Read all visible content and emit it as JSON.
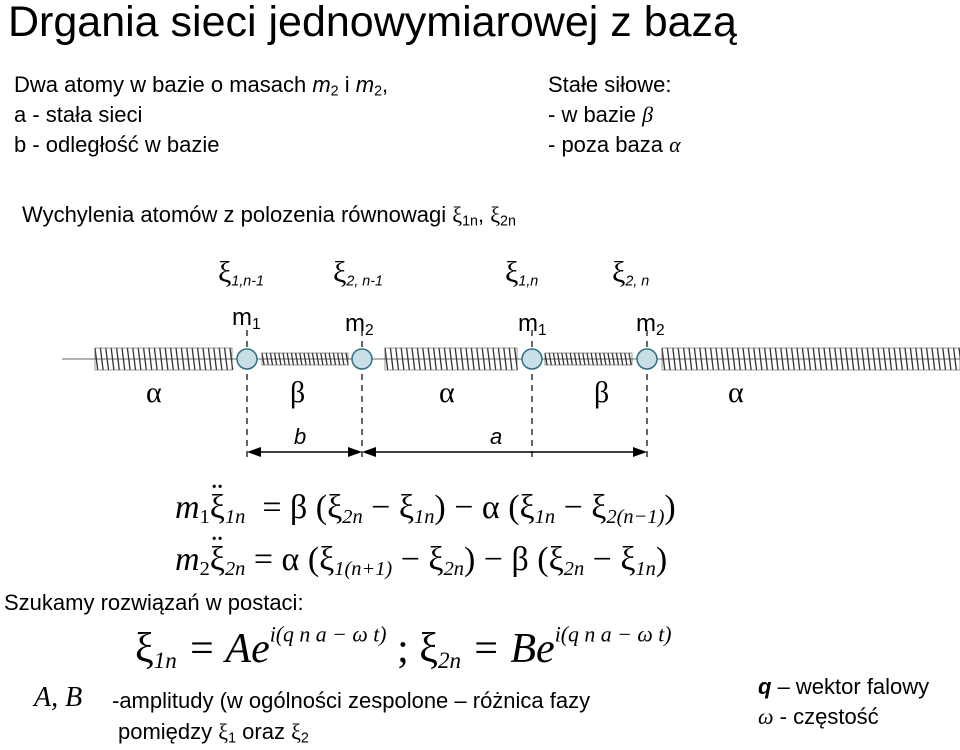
{
  "title": "Drgania sieci jednowymiarowej z bazą",
  "intro": {
    "line1_text": "Dwa atomy w bazie o masach ",
    "line1_and": " i ",
    "m": "m",
    "sub1": "2",
    "sub2": "2",
    "comma": ",",
    "line2": "a - stała sieci",
    "line3": "b - odległość w bazie"
  },
  "forces": {
    "heading": "Stałe siłowe:",
    "in_base": "- w bazie ",
    "beta": "β",
    "outside": "- poza baza ",
    "alpha": "α"
  },
  "displacement": {
    "text": "Wychylenia atomów z polozenia równowagi ",
    "xi": "ξ",
    "s1": "1n",
    "s2": "2n",
    "sep": ", "
  },
  "diagram": {
    "xi_labels": [
      {
        "sym": "ξ",
        "sub": "1,n-1"
      },
      {
        "sym": "ξ",
        "sub": "2, n-1"
      },
      {
        "sym": "ξ",
        "sub": "1,n"
      },
      {
        "sym": "ξ",
        "sub": "2, n"
      }
    ],
    "mass_labels": [
      {
        "m": "m",
        "sub": "1"
      },
      {
        "m": "m",
        "sub": "2"
      },
      {
        "m": "m",
        "sub": "1"
      },
      {
        "m": "m",
        "sub": "2"
      }
    ],
    "spring_labels": [
      "α",
      "β",
      "α",
      "β",
      "α"
    ],
    "dist_b": "b",
    "dist_a": "a"
  },
  "equations": {
    "eq1": {
      "lhs_m": "m",
      "lhs_m_sub": "1",
      "lhs_xi": "ξ",
      "lhs_xi_sub": "1n",
      "rhs": "= β (ξ",
      "t1_sub": "2n",
      "t2": " − ξ",
      "t2_sub": "1n",
      "t3": ") − α (ξ",
      "t3_sub": "1n",
      "t4": " − ξ",
      "t4_sub": "2(n−1)",
      "close": ")"
    },
    "eq2": {
      "lhs_m": "m",
      "lhs_m_sub": "2",
      "lhs_xi": "ξ",
      "lhs_xi_sub": "2n",
      "rhs": "= α (ξ",
      "t1_sub": "1(n+1)",
      "t2": " − ξ",
      "t2_sub": "2n",
      "t3": ") − β (ξ",
      "t3_sub": "2n",
      "t4": " − ξ",
      "t4_sub": "1n",
      "close": ")"
    }
  },
  "solution_heading": "Szukamy rozwiązań w postaci:",
  "solution": {
    "xi": "ξ",
    "s1": "1n",
    "eqA": " = Ae",
    "exp": "i(q n a − ω t)",
    "semi": " ; ",
    "s2": "2n",
    "eqB": " = Be"
  },
  "amplitudes": {
    "ab": "A, B",
    "line1": "-amplitudy (w ogólności zespolone – różnica fazy",
    "line2_text": "pomiędzy ",
    "xi": "ξ",
    "sub1": "1",
    "and": " oraz ",
    "sub2": "2"
  },
  "legend": {
    "q": "q",
    "q_text": " – wektor falowy",
    "omega": "ω",
    "omega_text": " -  częstość"
  }
}
